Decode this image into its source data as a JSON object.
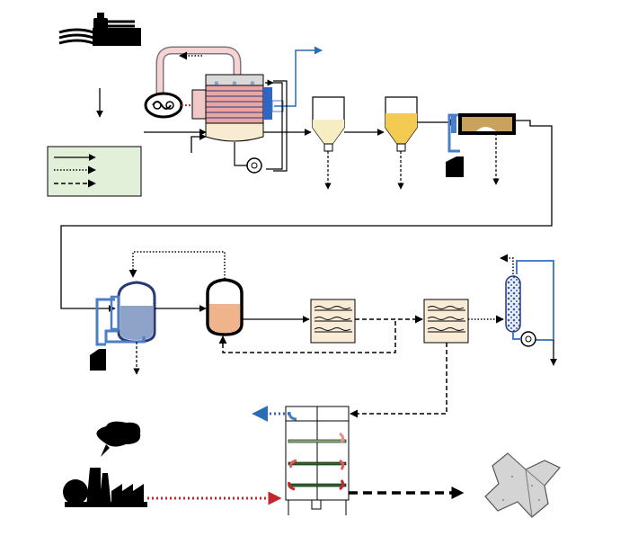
{
  "diagram": {
    "kind": "process-flow-diagram",
    "labels_visible": false,
    "colors": {
      "line": "#000000",
      "recycle_blue": "#4a7ec6",
      "export_blue": "#2a6db5",
      "waste_heat_red": "#c0282d",
      "legend_fill": "#e2efd9",
      "tank_blue_liquid": "#8fa3c8",
      "tank_orange_liquid": "#f0b48d",
      "hopper_fill_light": "#f7edc2",
      "hopper_fill_yellow": "#f3cb52",
      "filter_cake": "#c9a35e",
      "filter_plate": "#f8ecd8",
      "red_arrow": "#e05a5a",
      "green_tray": "#2f6b2a"
    },
    "legend": {
      "line_styles": [
        "solid",
        "dotted",
        "dashed"
      ]
    },
    "equipment": [
      {
        "id": "salt-source-icon"
      },
      {
        "id": "evaporator-crystallizer"
      },
      {
        "id": "vapor-compressor"
      },
      {
        "id": "pump-1"
      },
      {
        "id": "settling-hopper-1"
      },
      {
        "id": "settling-hopper-2"
      },
      {
        "id": "filter-press-1"
      },
      {
        "id": "storage-bin-1"
      },
      {
        "id": "reactor-tank-1"
      },
      {
        "id": "reactor-tank-2"
      },
      {
        "id": "plate-filter-1"
      },
      {
        "id": "plate-filter-2"
      },
      {
        "id": "ion-exchange-column"
      },
      {
        "id": "pump-2"
      },
      {
        "id": "storage-bin-2"
      },
      {
        "id": "drying-rack"
      },
      {
        "id": "factory-heat-source"
      },
      {
        "id": "tetrapod-product"
      }
    ]
  }
}
